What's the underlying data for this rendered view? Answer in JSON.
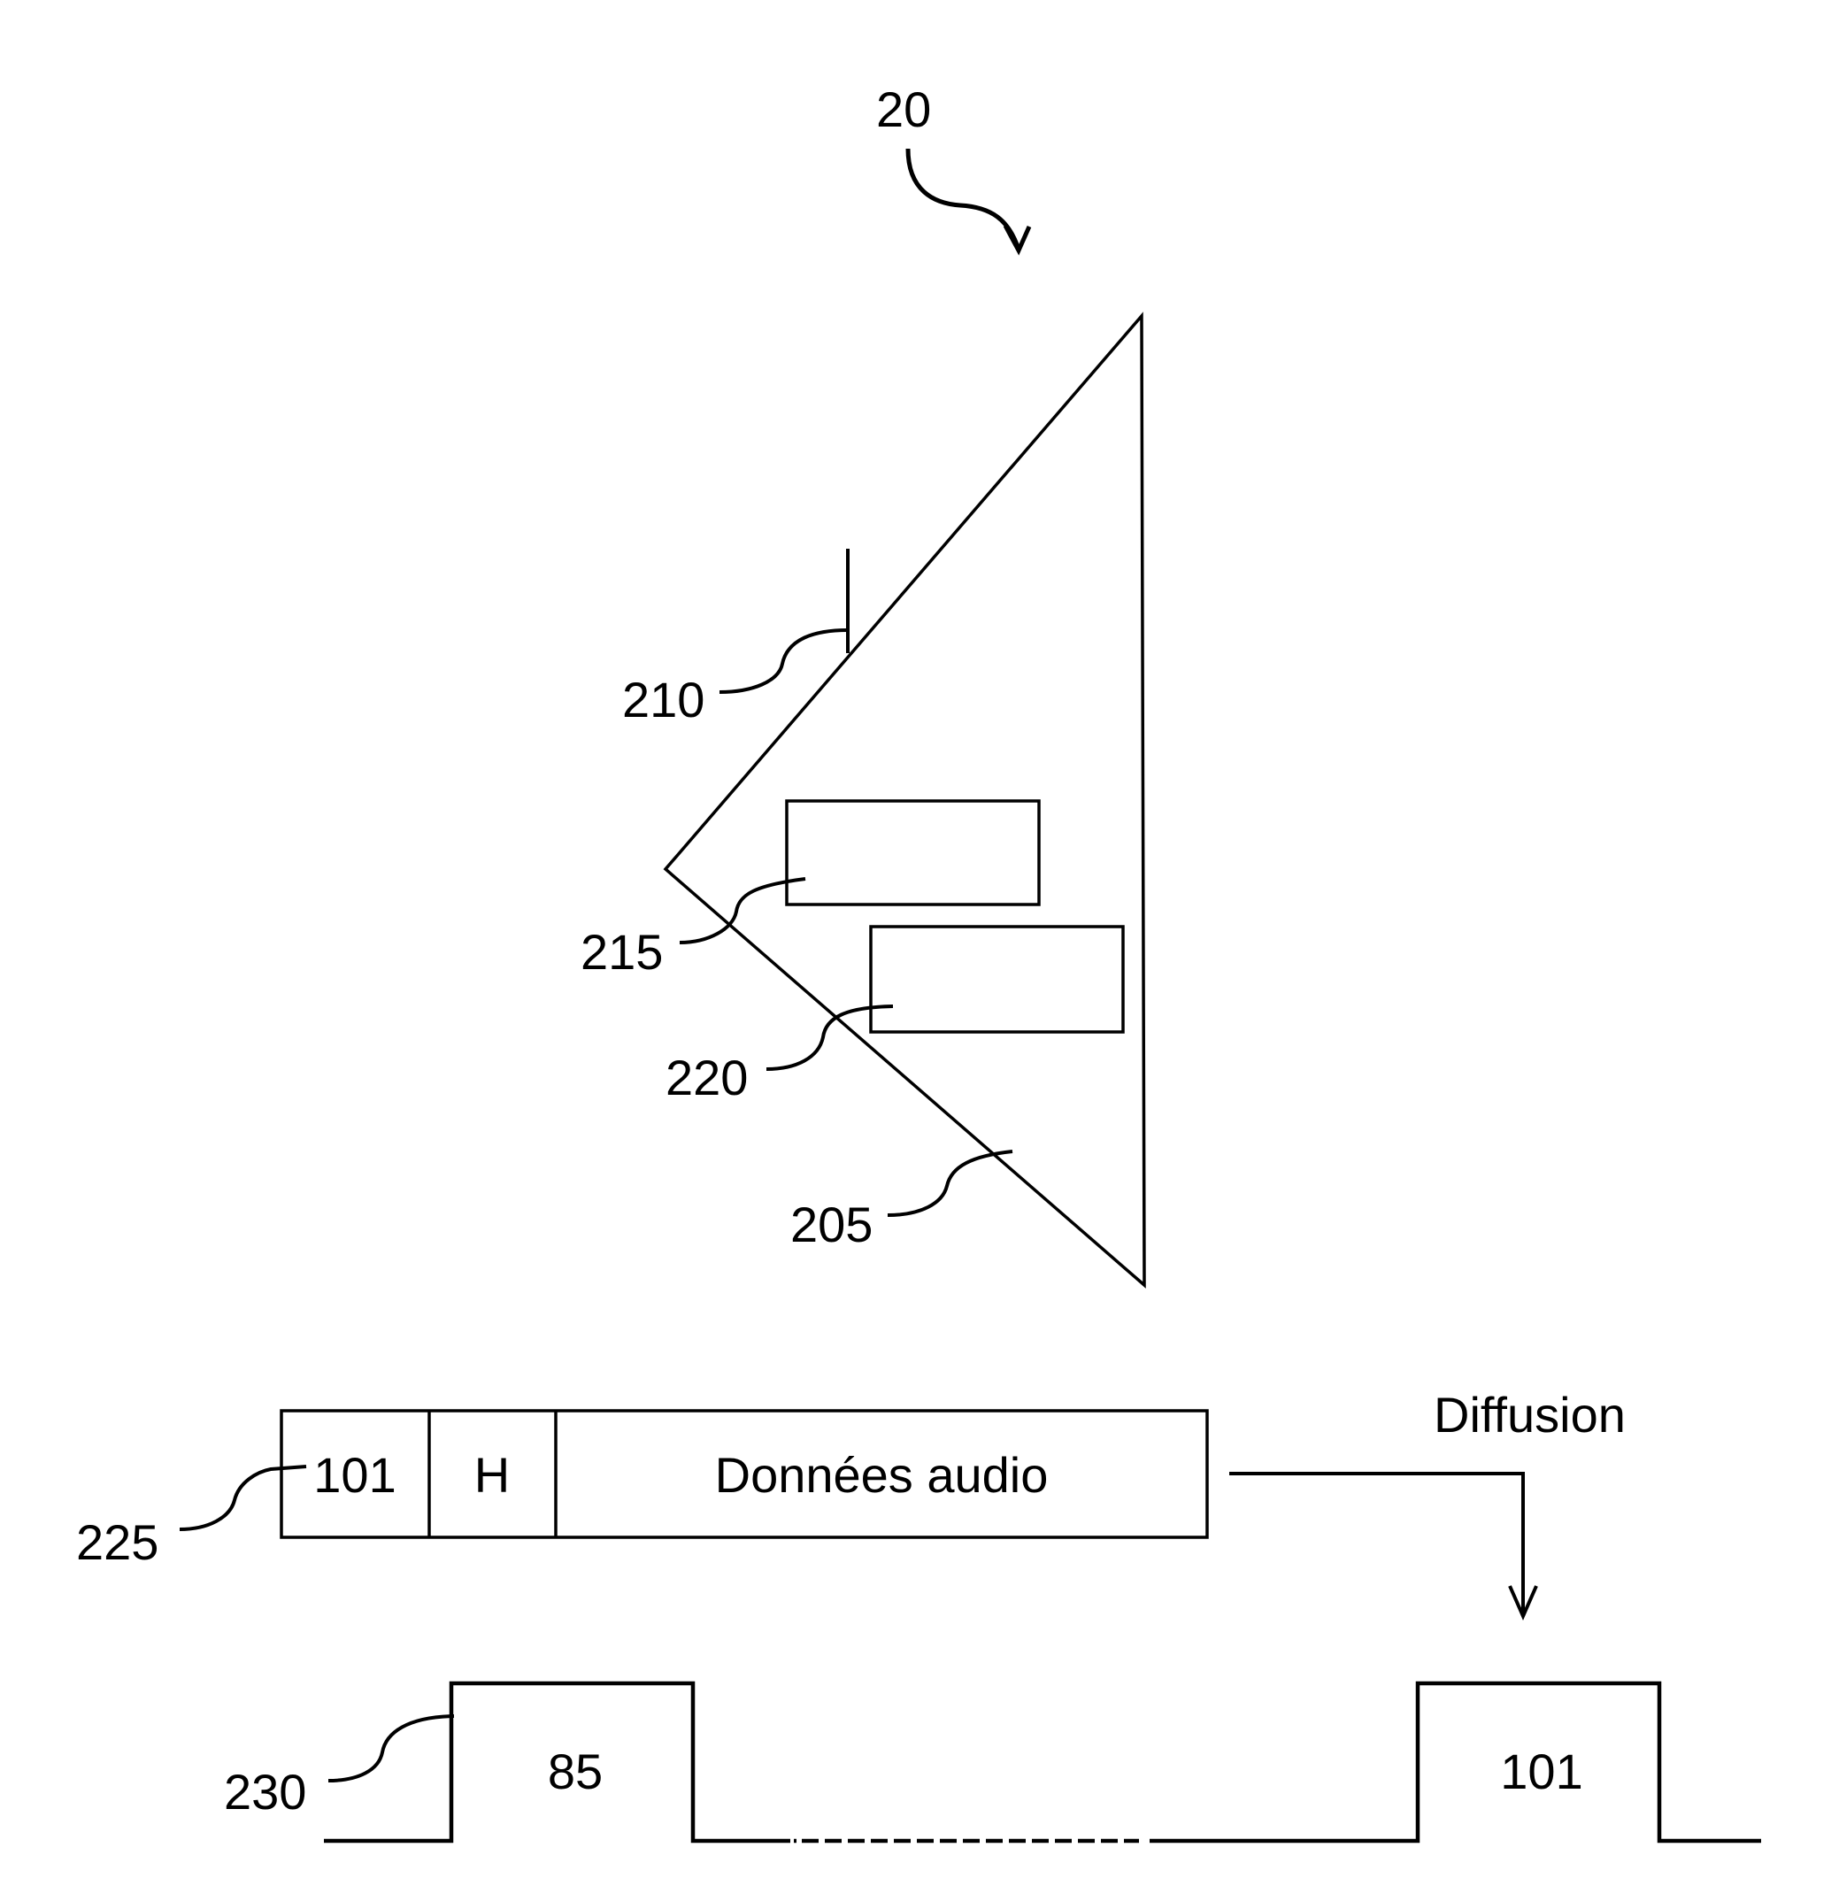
{
  "figure": {
    "reference": "20",
    "device": {
      "housing_label": "205",
      "antenna_label": "210",
      "module_1_label": "215",
      "module_2_label": "220"
    },
    "packet": {
      "label": "225",
      "fields": [
        "101",
        "H",
        "Données audio"
      ]
    },
    "broadcast_label": "Diffusion",
    "signal": {
      "label": "230",
      "pulses": [
        "85",
        "101"
      ]
    }
  },
  "colors": {
    "line": "#000000",
    "background": "#ffffff"
  }
}
